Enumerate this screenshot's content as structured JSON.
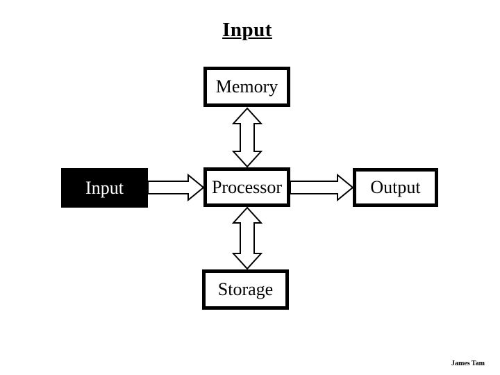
{
  "title": "Input",
  "attribution": "James Tam",
  "diagram": {
    "nodes": [
      {
        "id": "memory",
        "label": "Memory",
        "fill": "#ffffff",
        "text_color": "#000000"
      },
      {
        "id": "input",
        "label": "Input",
        "fill": "#000000",
        "text_color": "#ffffff"
      },
      {
        "id": "processor",
        "label": "Processor",
        "fill": "#ffffff",
        "text_color": "#000000"
      },
      {
        "id": "output",
        "label": "Output",
        "fill": "#ffffff",
        "text_color": "#000000"
      },
      {
        "id": "storage",
        "label": "Storage",
        "fill": "#ffffff",
        "text_color": "#000000"
      }
    ],
    "connections": [
      {
        "from": "input",
        "to": "processor",
        "type": "single-arrow"
      },
      {
        "from": "processor",
        "to": "output",
        "type": "single-arrow"
      },
      {
        "from": "memory",
        "to": "processor",
        "type": "double-arrow"
      },
      {
        "from": "processor",
        "to": "storage",
        "type": "double-arrow"
      }
    ],
    "border_color": "#000000",
    "background_color": "#ffffff"
  }
}
